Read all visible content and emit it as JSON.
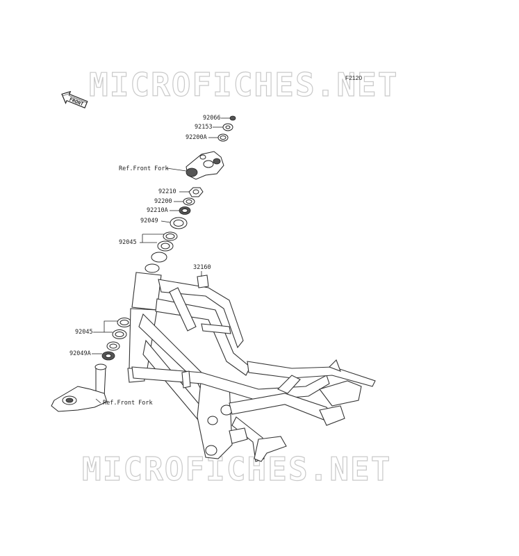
{
  "watermark": {
    "text": "MICROFICHES.NET"
  },
  "figure_id": "F2120",
  "front_badge": "FRONT",
  "callouts": {
    "p92066": "92066",
    "p92153": "92153",
    "p92200A": "92200A",
    "ref_front_fork_top": "Ref.Front Fork",
    "p92210": "92210",
    "p92200": "92200",
    "p92210A": "92210A",
    "p92049": "92049",
    "p92045_top": "92045",
    "p32160": "32160",
    "p92045_bottom": "92045",
    "p92049A": "92049A",
    "ref_front_fork_bottom": "Ref.Front Fork"
  }
}
